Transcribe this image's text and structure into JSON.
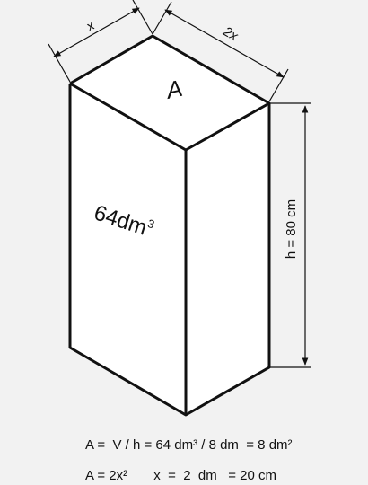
{
  "diagram": {
    "top_face_label": "A",
    "volume_label": "64dm",
    "volume_superscript": "3",
    "dimension_x": "x",
    "dimension_2x": "2x",
    "height_label": "h = 80 cm"
  },
  "formulas": {
    "line1": "A =  V / h = 64 dm³ / 8 dm  = 8 dm²",
    "line2": "A = 2x²       x  =  2  dm   = 20 cm"
  }
}
